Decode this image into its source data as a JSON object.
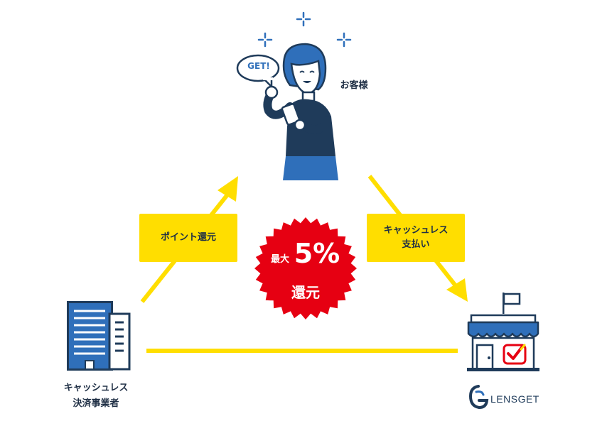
{
  "customer": {
    "label": "お客様",
    "speech": "GET!"
  },
  "edges": {
    "points_return": "ポイント還元",
    "cashless_pay_line1": "キャッシュレス",
    "cashless_pay_line2": "支払い"
  },
  "badge": {
    "prefix": "最大",
    "value": "5%",
    "suffix": "還元"
  },
  "provider": {
    "label_line1": "キャッシュレス",
    "label_line2": "決済事業者"
  },
  "store": {
    "logo_text": "LENSGET"
  },
  "colors": {
    "yellow": "#ffde00",
    "red": "#e60012",
    "navy": "#1f3b5a",
    "blue": "#2f6fba"
  }
}
